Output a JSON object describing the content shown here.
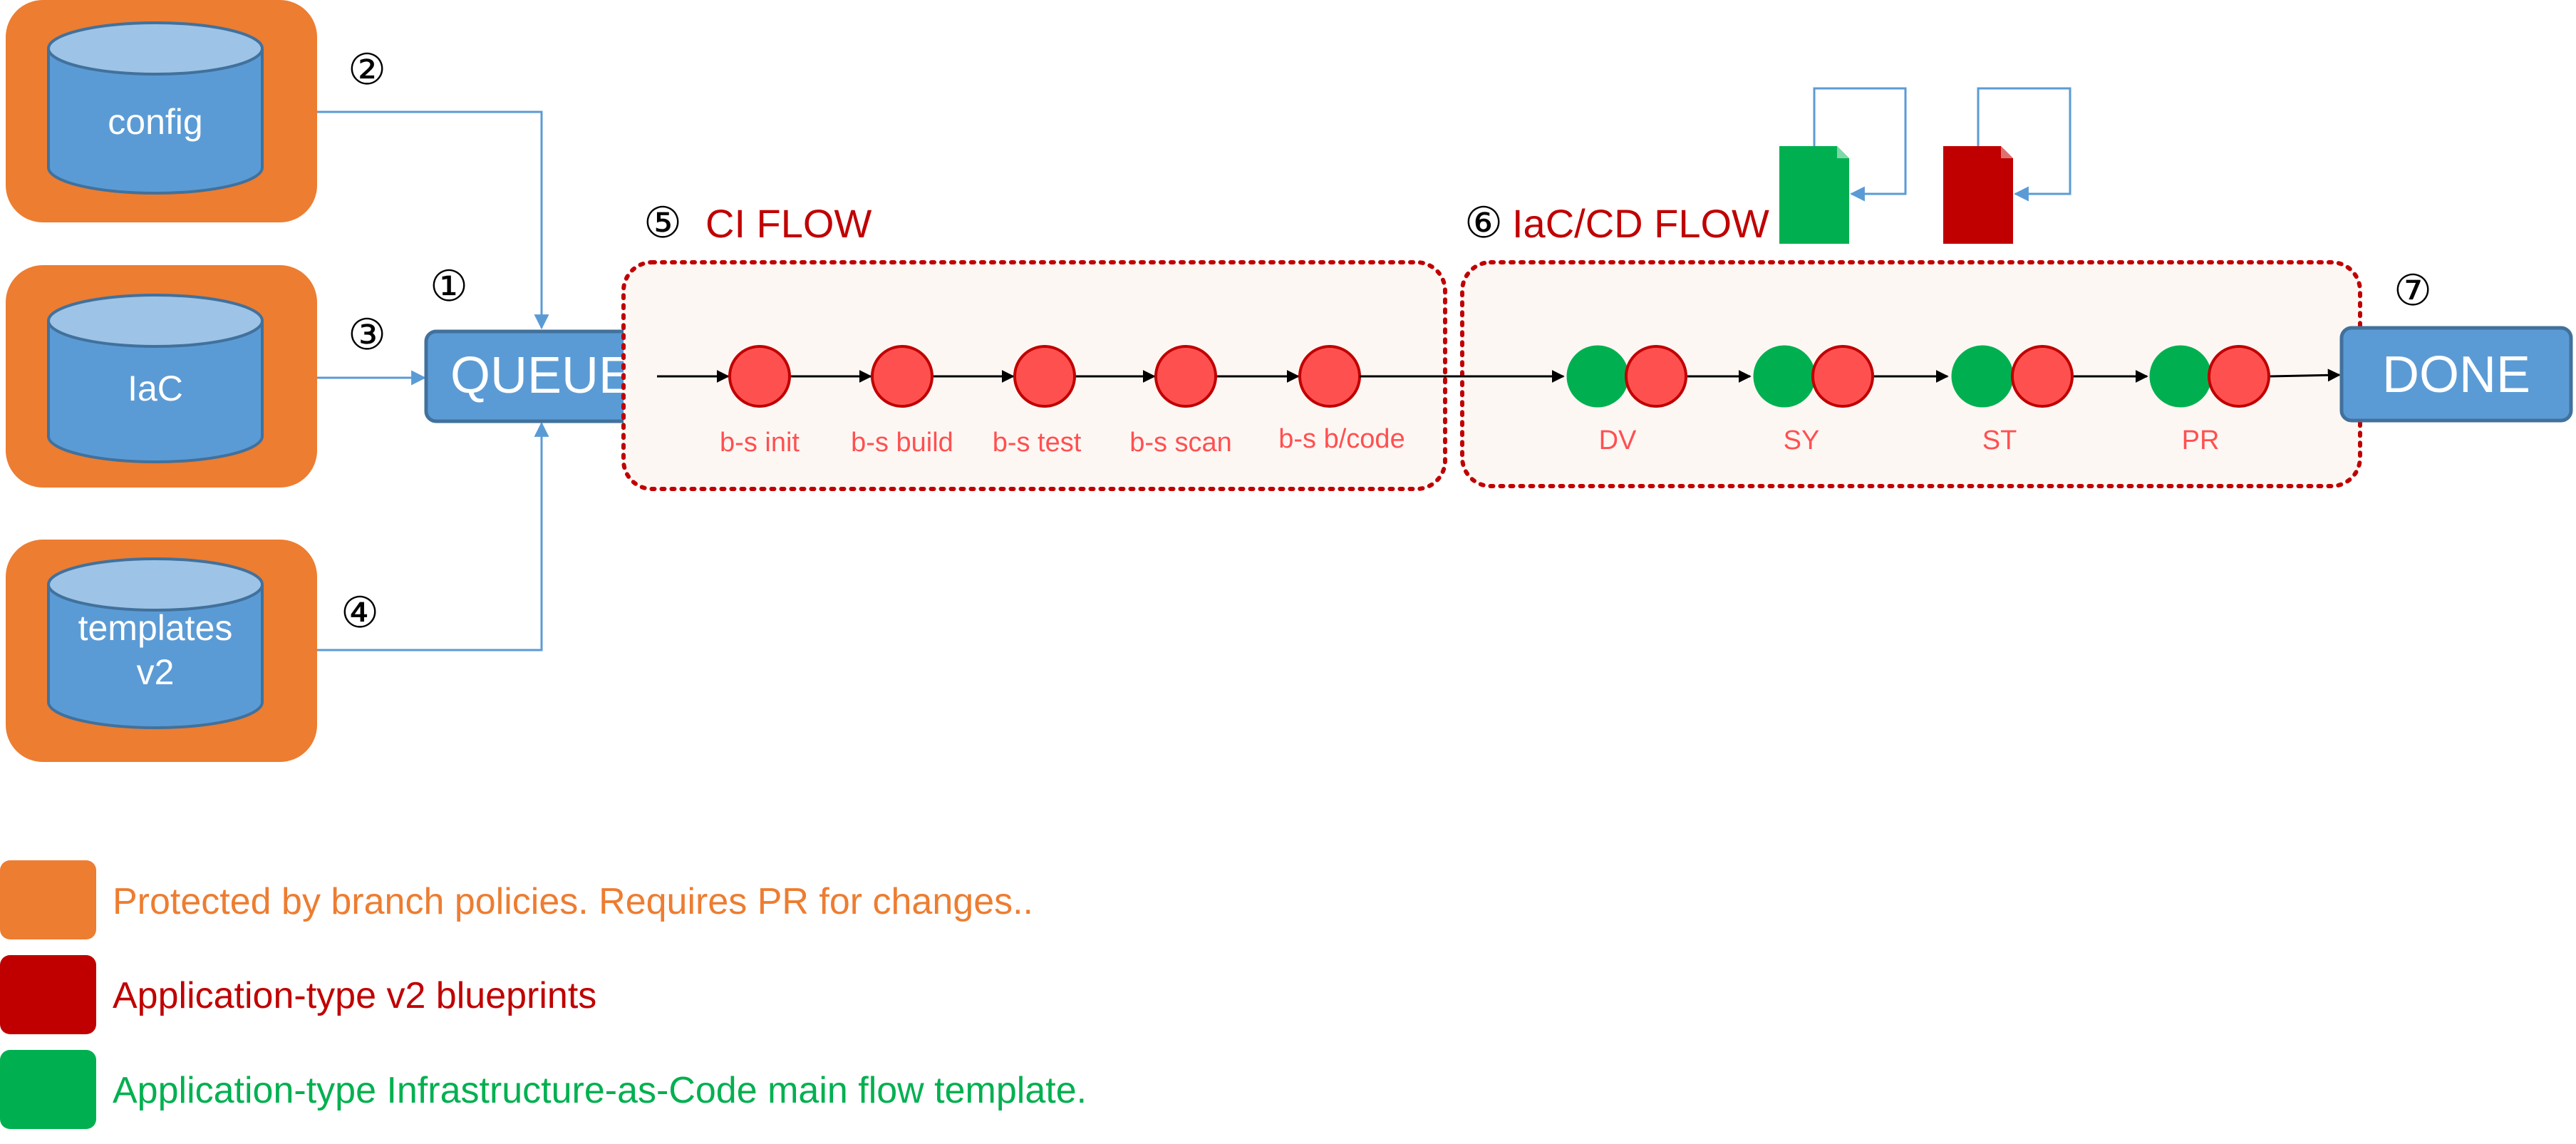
{
  "repos": [
    {
      "id": "config",
      "lines": [
        "config"
      ],
      "step": "②"
    },
    {
      "id": "iac",
      "lines": [
        "IaC"
      ],
      "step": "③"
    },
    {
      "id": "templates",
      "lines": [
        "templates",
        "v2"
      ],
      "step": "④"
    }
  ],
  "queue": {
    "label": "QUEUE",
    "step": "①"
  },
  "done": {
    "label": "DONE",
    "step": "⑦"
  },
  "ci_flow": {
    "step": "⑤",
    "title": "CI FLOW",
    "stages": [
      "b-s init",
      "b-s build",
      "b-s test",
      "b-s scan",
      "b-s b/code"
    ]
  },
  "cd_flow": {
    "step": "⑥",
    "title": "IaC/CD FLOW",
    "stages": [
      "DV",
      "SY",
      "ST",
      "PR"
    ]
  },
  "legend": [
    {
      "id": "orange",
      "text": "Protected by branch policies. Requires PR for changes..",
      "swatch": "#ED7D31",
      "text_color": "#ED7D31"
    },
    {
      "id": "red",
      "text": "Application-type v2 blueprints",
      "swatch": "#C00000",
      "text_color": "#C00000"
    },
    {
      "id": "green",
      "text": "Application-type Infrastructure-as-Code main flow template.",
      "swatch": "#00B050",
      "text_color": "#00B050"
    }
  ],
  "colors": {
    "orange": "#ED7D31",
    "blue": "#5B9BD5",
    "blue_dark": "#41719C",
    "blue_light": "#9DC3E6",
    "red_node": "#FF5050",
    "red_dark": "#C00000",
    "green": "#00B050",
    "line_blue": "#5B9BD5"
  },
  "icons": [
    "green-document-icon",
    "red-document-icon",
    "loop-arrow-icon"
  ]
}
